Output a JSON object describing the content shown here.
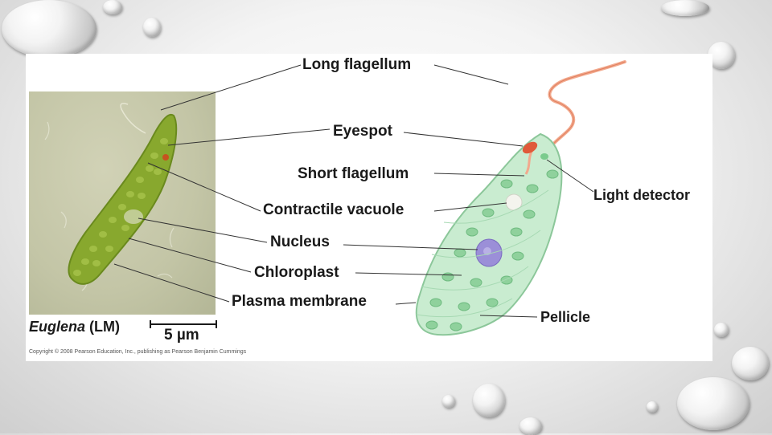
{
  "labels": {
    "long_flagellum": "Long flagellum",
    "eyespot": "Eyespot",
    "short_flagellum": "Short flagellum",
    "light_detector": "Light detector",
    "contractile_vacuole": "Contractile vacuole",
    "nucleus": "Nucleus",
    "chloroplast": "Chloroplast",
    "plasma_membrane": "Plasma membrane",
    "pellicle": "Pellicle"
  },
  "caption": {
    "organism": "Euglena",
    "method": "(LM)"
  },
  "scale": {
    "text": "5 µm"
  },
  "copyright": "Copyright © 2008 Pearson Education, Inc., publishing as Pearson Benjamin Cummings",
  "colors": {
    "cell_fill": "#c9ecd0",
    "chloroplast": "#8fd19c",
    "flagellum": "#f2a98d",
    "eyespot": "#e05a3a",
    "nucleus": "#9b8fd8"
  }
}
